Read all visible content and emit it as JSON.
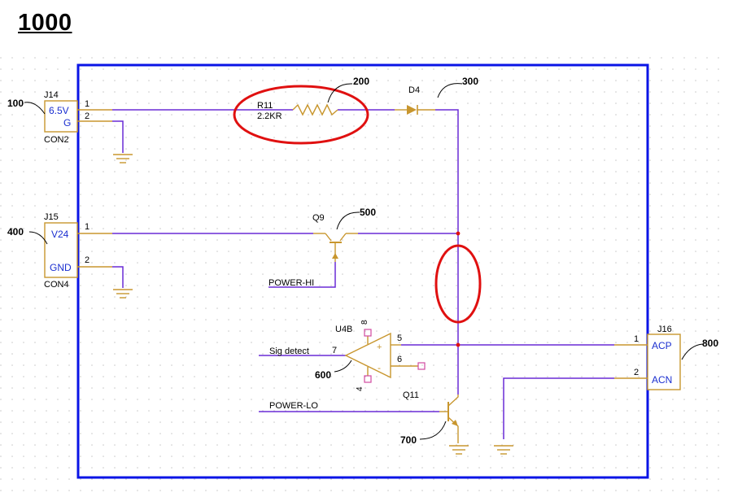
{
  "figure": {
    "title": "1000"
  },
  "colors": {
    "border": "#0a14e6",
    "wire": "#6a2bd6",
    "component": "#c8962e",
    "highlight": "#e01010",
    "pinlabel": "#1b2fd0",
    "text": "#000000",
    "pin_marker": "#d04aa0",
    "node": "#e01010"
  },
  "refs": {
    "r100": "100",
    "r200": "200",
    "r300": "300",
    "r400": "400",
    "r500": "500",
    "r600": "600",
    "r700": "700",
    "r800": "800"
  },
  "connectors": {
    "j14": {
      "ref": "J14",
      "part": "CON2",
      "pin1": "6.5V",
      "pin2": "G",
      "n1": "1",
      "n2": "2"
    },
    "j15": {
      "ref": "J15",
      "part": "CON4",
      "pin1": "V24",
      "pin2": "GND",
      "n1": "1",
      "n2": "2"
    },
    "j16": {
      "ref": "J16",
      "pin1": "ACP",
      "pin2": "ACN",
      "n1": "1",
      "n2": "2"
    }
  },
  "resistor": {
    "ref": "R11",
    "value": "2.2KR"
  },
  "diode": {
    "ref": "D4"
  },
  "q9": {
    "ref": "Q9"
  },
  "q11": {
    "ref": "Q11"
  },
  "opamp": {
    "ref": "U4B",
    "pin8": "8",
    "pin4": "4",
    "pin5": "5",
    "pin6": "6",
    "pin7": "7",
    "plus": "+",
    "minus": "-"
  },
  "nets": {
    "power_hi": "POWER-HI",
    "sig_detect": "Sig detect",
    "power_lo": "POWER-LO"
  }
}
